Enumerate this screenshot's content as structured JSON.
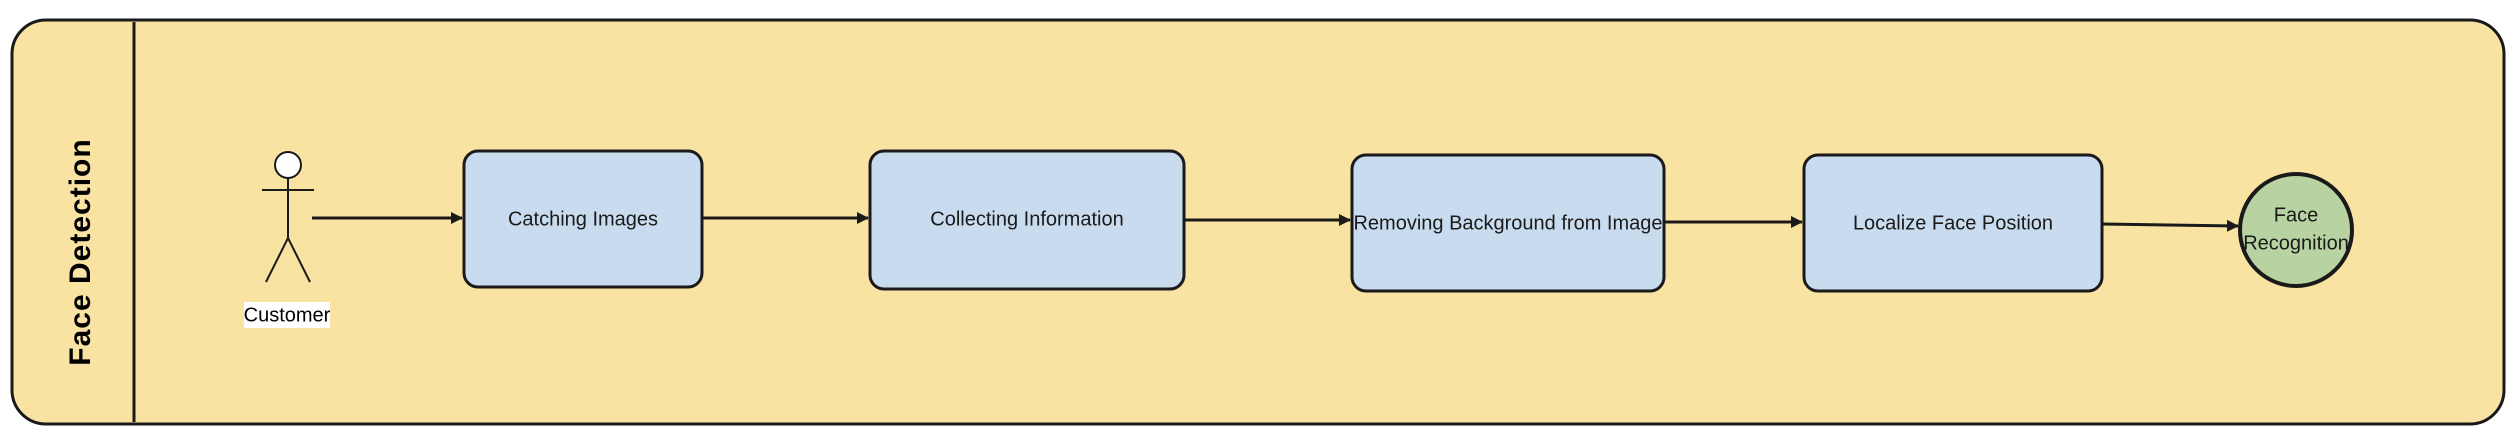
{
  "pool": {
    "title": "Face Detection"
  },
  "actor": {
    "label": "Customer",
    "icon": "stick-figure-icon"
  },
  "steps": [
    {
      "label": "Catching Images"
    },
    {
      "label": "Collecting Information"
    },
    {
      "label": "Removing Background from Image"
    },
    {
      "label": "Localize Face Position"
    }
  ],
  "end": {
    "line1": "Face",
    "line2": "Recognition"
  },
  "colors": {
    "pool_fill": "#f9e3a3",
    "box_fill": "#c9dbef",
    "end_fill": "#b8d3a1",
    "stroke": "#1a1a1a"
  }
}
